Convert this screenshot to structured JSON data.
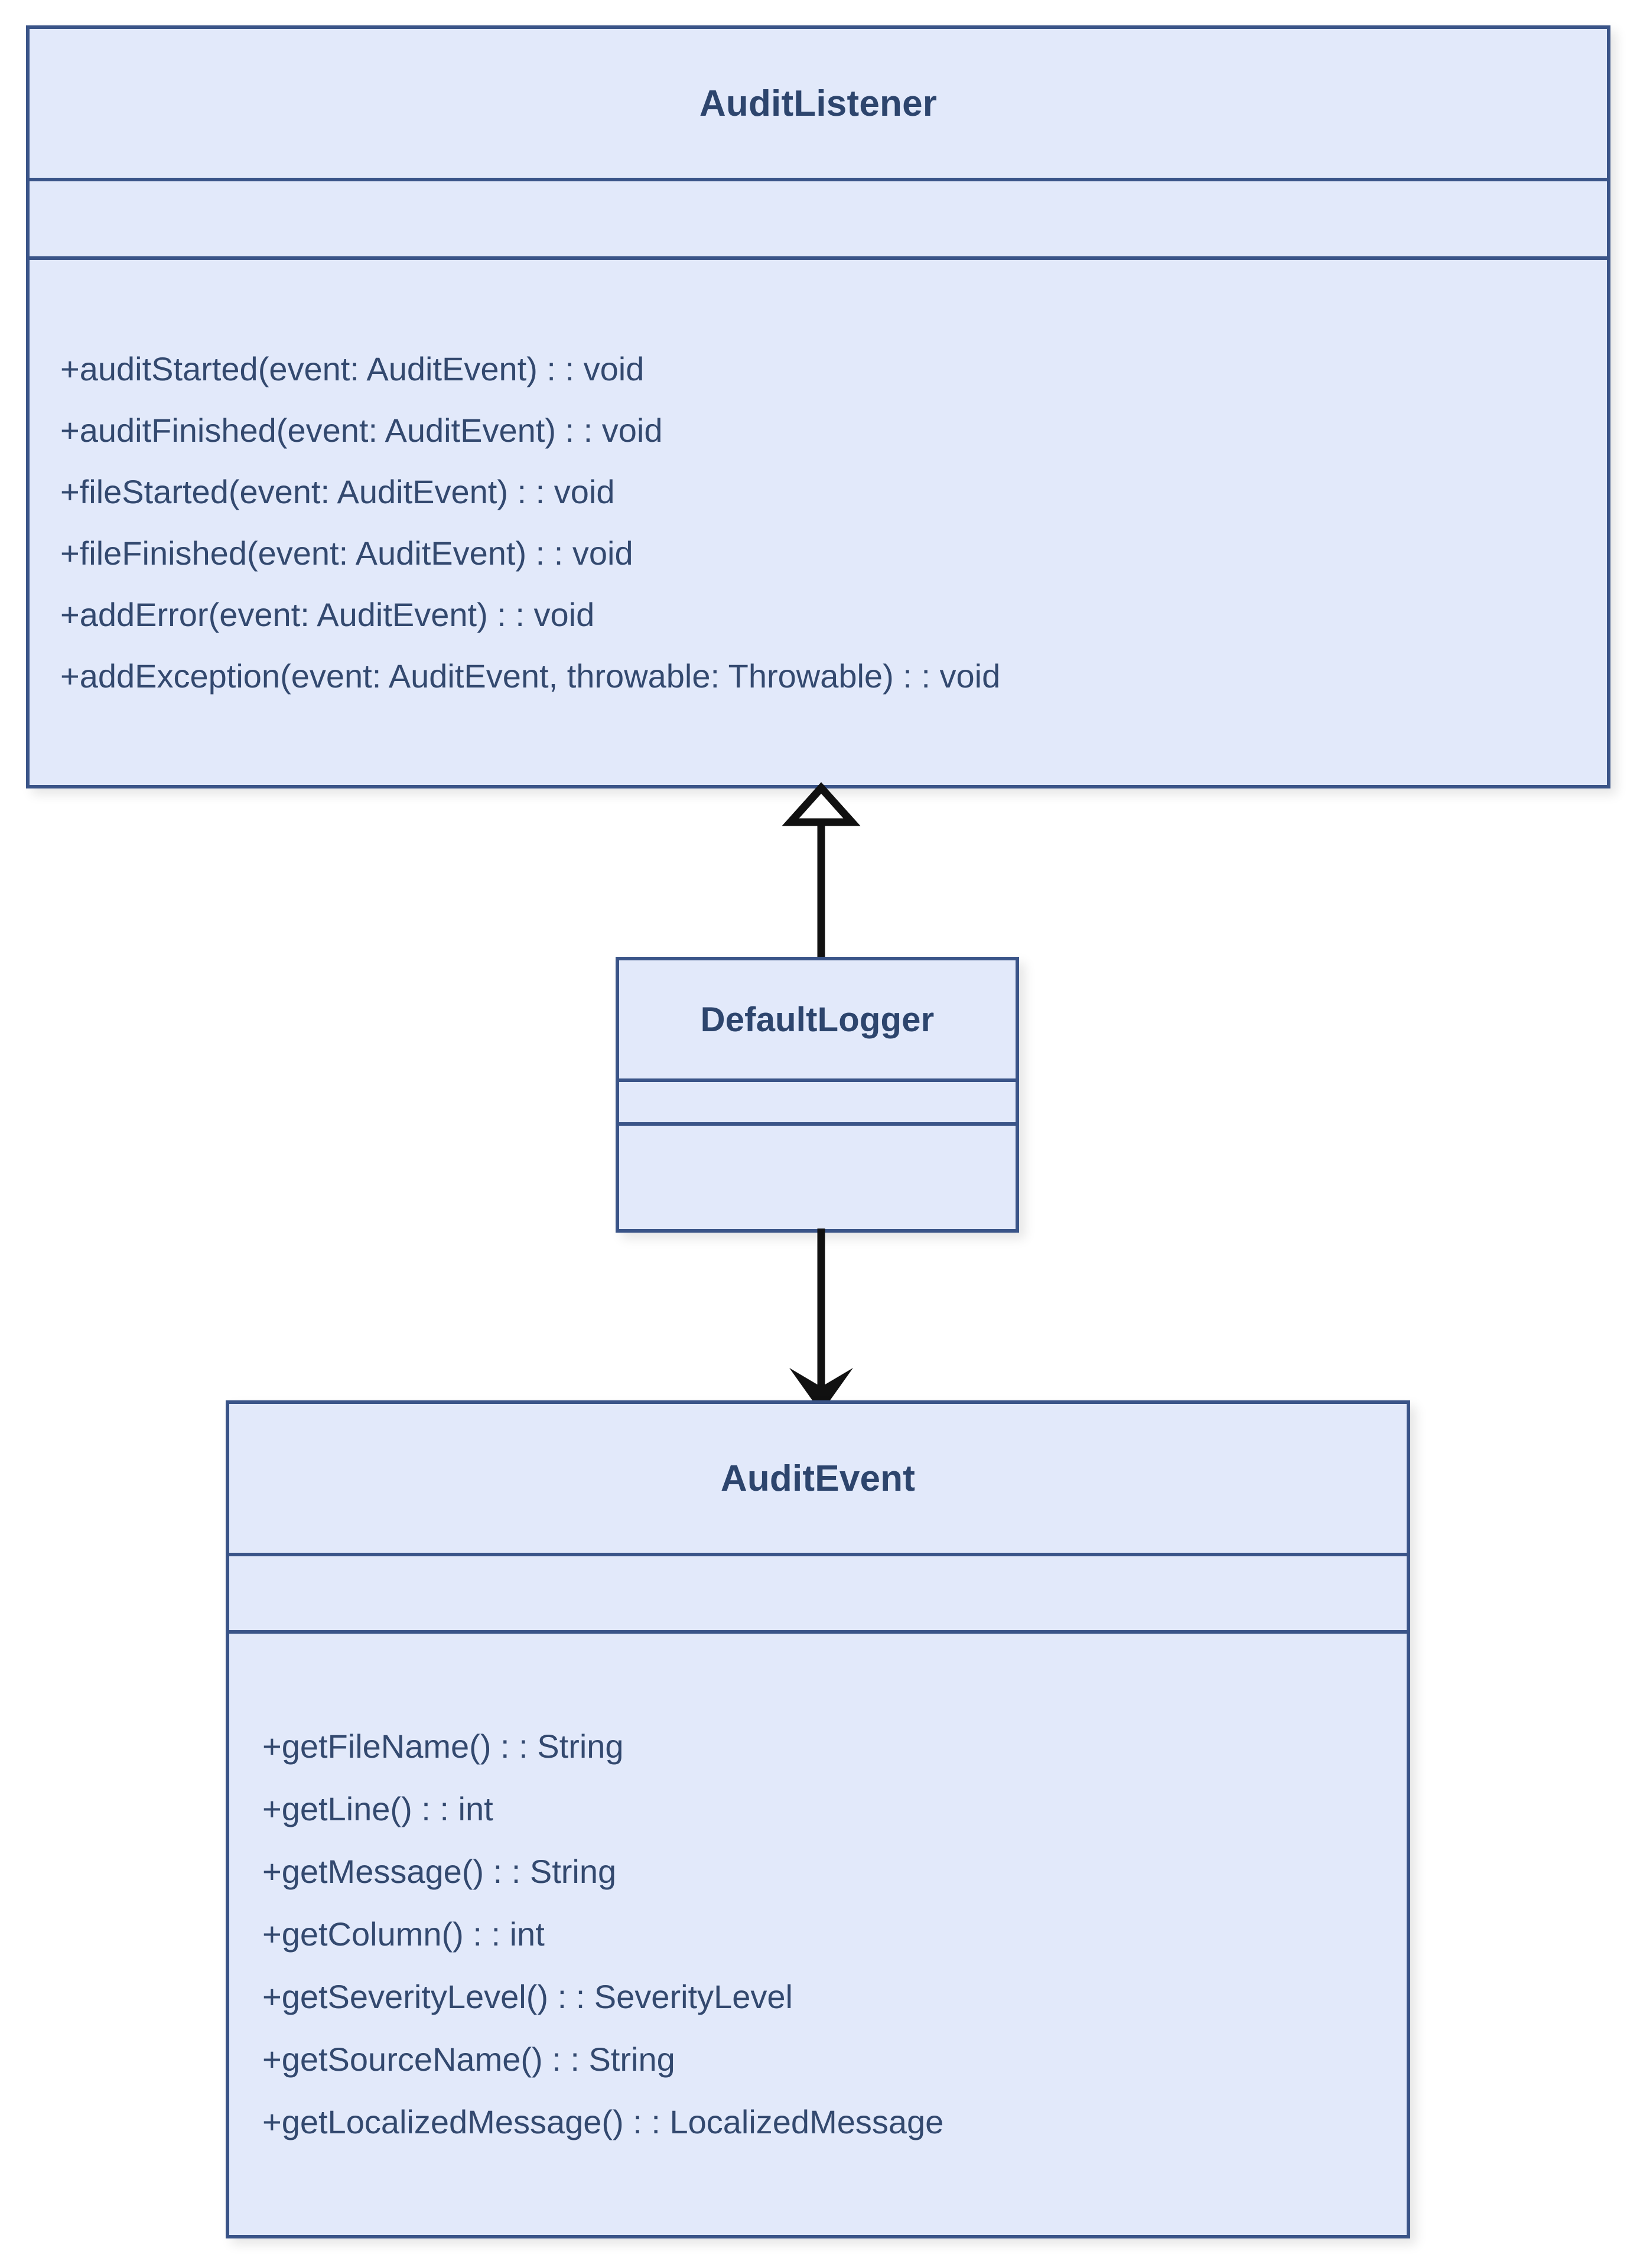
{
  "diagram": {
    "type": "uml-class-diagram",
    "background_color": "#ffffff",
    "box_fill_color": "#e2e9fa",
    "box_border_color": "#3a5488",
    "title_text_color": "#2d456d",
    "member_text_color": "#33496f",
    "connector_color": "#000000"
  },
  "classes": [
    {
      "id": "auditlistener",
      "name": "AuditListener",
      "attributes": [],
      "methods": [
        "+auditStarted(event: AuditEvent) : : void",
        "+auditFinished(event: AuditEvent) : : void",
        "+fileStarted(event: AuditEvent) : : void",
        "+fileFinished(event: AuditEvent) : : void",
        "+addError(event: AuditEvent) : : void",
        "+addException(event: AuditEvent, throwable: Throwable) : : void"
      ]
    },
    {
      "id": "defaultlogger",
      "name": "DefaultLogger",
      "attributes": [],
      "methods": []
    },
    {
      "id": "auditevent",
      "name": "AuditEvent",
      "attributes": [],
      "methods": [
        "+getFileName() : : String",
        "+getLine() : : int",
        "+getMessage() : : String",
        "+getColumn() : : int",
        "+getSeverityLevel() : : SeverityLevel",
        "+getSourceName() : : String",
        "+getLocalizedMessage() : : LocalizedMessage"
      ]
    }
  ],
  "relationships": [
    {
      "id": "generalization",
      "kind": "generalization",
      "arrowhead": "hollow-triangle",
      "from": "DefaultLogger",
      "to": "AuditListener",
      "direction": "up"
    },
    {
      "id": "association",
      "kind": "association",
      "arrowhead": "solid-arrow",
      "from": "DefaultLogger",
      "to": "AuditEvent",
      "direction": "down"
    }
  ]
}
